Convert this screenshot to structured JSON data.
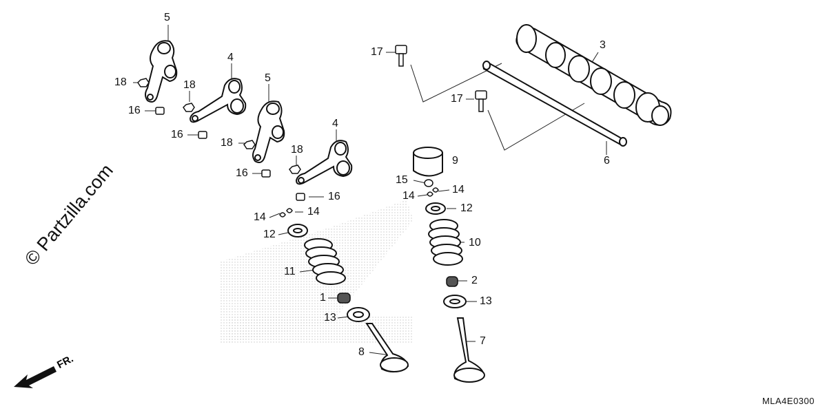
{
  "watermark": "© Partzilla.com",
  "diagram_code": "MLA4E0300",
  "direction_label": "FR.",
  "callouts": {
    "c1": "1",
    "c2": "2",
    "c3": "3",
    "c4a": "4",
    "c4b": "4",
    "c5a": "5",
    "c5b": "5",
    "c6": "6",
    "c7": "7",
    "c8": "8",
    "c9": "9",
    "c10": "10",
    "c11": "11",
    "c12a": "12",
    "c12b": "12",
    "c13a": "13",
    "c13b": "13",
    "c14a": "14",
    "c14b": "14",
    "c14c": "14",
    "c14d": "14",
    "c15": "15",
    "c16a": "16",
    "c16b": "16",
    "c16c": "16",
    "c16d": "16",
    "c17a": "17",
    "c17b": "17",
    "c18a": "18",
    "c18b": "18",
    "c18c": "18",
    "c18d": "18"
  }
}
